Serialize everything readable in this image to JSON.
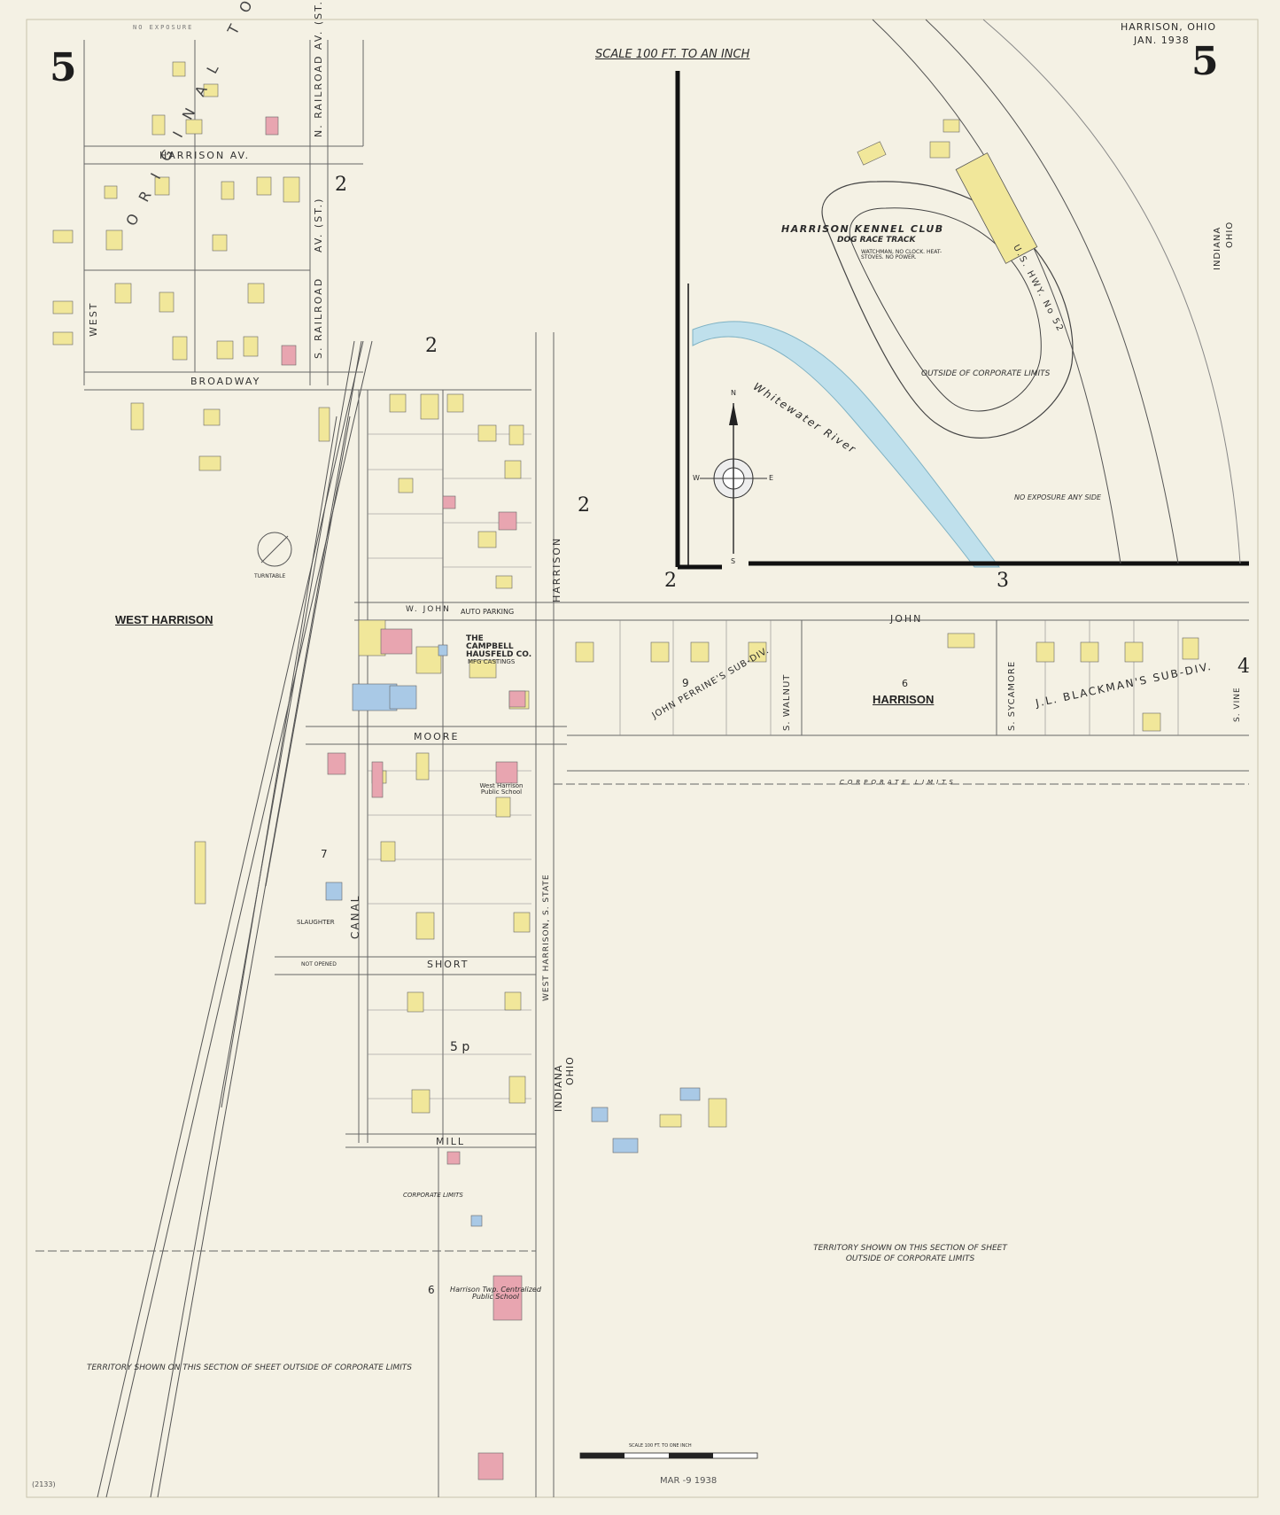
{
  "header": {
    "sheet_number_left": "5",
    "sheet_number_right": "5",
    "place": "HARRISON, OHIO",
    "date": "JAN. 1938",
    "scale": "SCALE 100 FT. TO AN INCH"
  },
  "districts": {
    "west_harrison": "WEST HARRISON",
    "harrison": "HARRISON",
    "original_town": "ORIGINAL TOWN",
    "indiana": "INDIANA",
    "ohio": "OHIO"
  },
  "streets": {
    "harrison_av": "HARRISON AV.",
    "broadway": "BROADWAY",
    "n_railroad": "N. RAILROAD AV. (ST.)",
    "s_railroad_av_st": "AV. (ST.)",
    "s_railroad": "S. RAILROAD",
    "west": "WEST",
    "w_john": "W. JOHN",
    "john": "JOHN",
    "moore": "MOORE",
    "short": "SHORT",
    "mill": "MILL",
    "canal": "CANAL",
    "harrison_st": "HARRISON",
    "w_harrison_s_state": "WEST HARRISON, S. STATE",
    "s_walnut": "S. WALNUT",
    "s_sycamore": "S. SYCAMORE",
    "s_vine": "S. VINE",
    "us_hwy": "U.S. HWY. No 52"
  },
  "landmarks": {
    "kennel_club": "HARRISON KENNEL CLUB",
    "dog_track": "DOG RACE TRACK",
    "dog_track_note": "WATCHMAN, NO CLOCK. HEAT-STOVES. NO POWER.",
    "river": "Whitewater River",
    "campbell": "THE CAMPBELL HAUSFELD CO.",
    "campbell_sub": "MFG CASTINGS",
    "auto_parking": "AUTO PARKING",
    "school": "West Harrison Public School",
    "centralized_school": "Harrison Twp. Centralized Public School",
    "perrine": "JOHN PERRINE'S SUB-DIV.",
    "blackman": "J.L. BLACKMAN'S SUB-DIV.",
    "turntable": "TURNTABLE",
    "slaughter": "SLAUGHTER",
    "not_opened": "NOT OPENED",
    "corporate_limits": "CORPORATE LIMITS",
    "compass_n": "N",
    "compass_s": "S",
    "compass_e": "E",
    "compass_w": "W"
  },
  "notes": {
    "outside_limits_track": "OUTSIDE OF CORPORATE LIMITS",
    "no_exposure": "NO EXPOSURE ANY SIDE",
    "territory_right": "TERRITORY SHOWN ON THIS SECTION OF SHEET OUTSIDE OF CORPORATE LIMITS",
    "territory_left": "TERRITORY SHOWN ON THIS SECTION OF SHEET  OUTSIDE OF CORPORATE LIMITS",
    "scale_bar": "SCALE 100 FT. TO ONE INCH",
    "stamp": "MAR -9 1938",
    "bottom_code": "(2133)",
    "exposure_top": "NO EXPOSURE"
  },
  "block_numbers": [
    "2",
    "2",
    "2",
    "2",
    "3",
    "4",
    "6",
    "6",
    "7",
    "9",
    "5 p"
  ],
  "colors": {
    "paper": "#f4f1e4",
    "frame_brick": "#f1e79a",
    "brick": "#e8a5b0",
    "stone_iron": "#a9c9e6",
    "river": "#bfe0ec"
  }
}
